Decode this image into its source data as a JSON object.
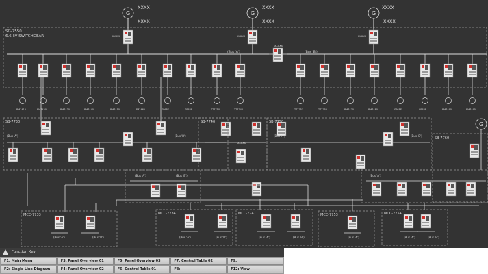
{
  "diagram": {
    "switchgear_name": "SG-7550",
    "switchgear_desc": "6.6 kV SWITCHGEAR",
    "generator_symbol": "G",
    "generator_tag": "XXXX",
    "breaker_tag": "XXXXX",
    "bus_a": "(Bus 'A')",
    "bus_b": "(Bus 'B')",
    "feeders": [
      "PM7410",
      "PM7420",
      "PM7430",
      "PM7440",
      "PM7450",
      "PM7460",
      "SPARE",
      "SPARE",
      "TT7750",
      "TT7740",
      "TT7751",
      "TT7752",
      "PM7470",
      "PM7480",
      "SPARE",
      "SPARE",
      "PM7490",
      "PM7495"
    ],
    "sub_boards": {
      "sb1": "SB-7730",
      "sb2": "SB-7740",
      "sb3": "SB-7750",
      "sb4": "SB-7760"
    },
    "mccs": {
      "m1": "MCC-7733",
      "m2": "MCC-7734",
      "m3": "MCC-7747",
      "m4": "MCC-7753",
      "m5": "MCC-7754"
    }
  },
  "function_keys": {
    "title": "Function Key",
    "keys": [
      "F1: Main Menu",
      "F3: Panel Overview 01",
      "F5: Panel Overview 03",
      "F7: Control Table 02",
      "F9:",
      "F2: Single Line Diagram",
      "F4: Panel Overview 02",
      "F6: Control Table 01",
      "F8:",
      "F12: View"
    ]
  },
  "colors": {
    "background": "#333333",
    "line": "#dcdcdc",
    "breaker_indicator": "#d0312d",
    "panel_fill": "#e8e8e8"
  }
}
